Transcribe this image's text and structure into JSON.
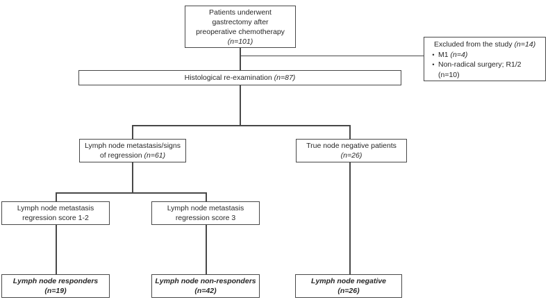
{
  "colors": {
    "border": "#474747",
    "line": "#474747",
    "text": "#262626",
    "background": "#ffffff"
  },
  "boxes": {
    "patients": {
      "line1": "Patients underwent",
      "line2": "gastrectomy after",
      "line3": "preoperative chemotherapy",
      "count": "(n=101)"
    },
    "excluded": {
      "title_text": "Excluded from the study ",
      "title_count": "(n=14)",
      "bullet": "•",
      "item1_text": "M1 ",
      "item1_count": "(n=4)",
      "item2_line1": "Non-radical surgery; R1/2",
      "item2_line2": "(n=10)"
    },
    "histology": {
      "text": "Histological re-examination ",
      "count": "(n=87)"
    },
    "metastasis_signs": {
      "line1": "Lymph node metastasis/signs",
      "line2_text": "of regression ",
      "count": "(n=61)"
    },
    "true_node_negative": {
      "line1": "True node negative patients",
      "count": "(n=26)"
    },
    "score_1_2": {
      "line1": "Lymph node metastasis",
      "line2": "regression score 1-2"
    },
    "score_3": {
      "line1": "Lymph node metastasis",
      "line2": "regression score 3"
    },
    "responders": {
      "line1": "Lymph node responders",
      "count": "(n=19)"
    },
    "non_responders": {
      "line1": "Lymph node non-responders",
      "count": "(n=42)"
    },
    "node_negative": {
      "line1": "Lymph node negative",
      "count": "(n=26)"
    }
  }
}
